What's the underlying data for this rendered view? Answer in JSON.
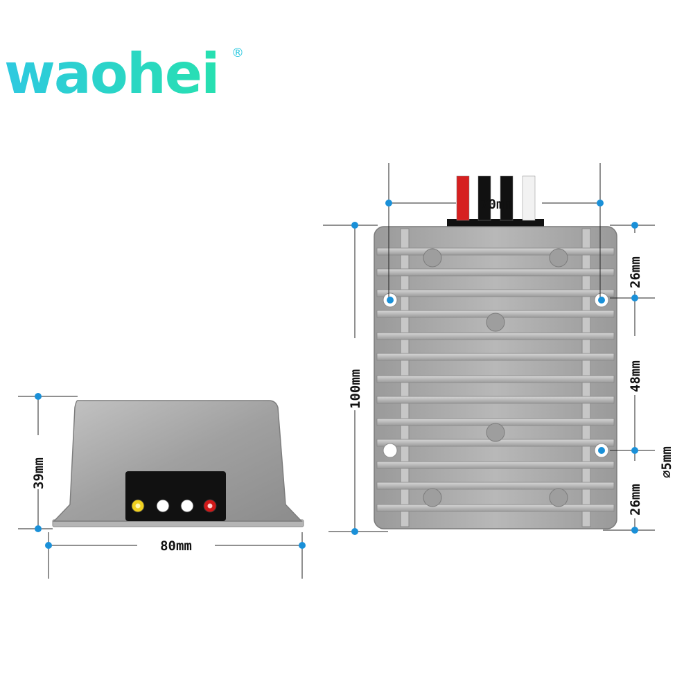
{
  "brand": {
    "name": "waohei",
    "registered_mark": "®",
    "color_left": "#2ec9e0",
    "color_right": "#27e0b0"
  },
  "front_view": {
    "terminal_colors": [
      "#f0d020",
      "#ffffff",
      "#ffffff",
      "#d01818"
    ],
    "height_label": "39mm",
    "width_label": "80mm"
  },
  "top_view": {
    "wire_colors": [
      "#d62020",
      "#111111",
      "#111111",
      "#f2f2f2"
    ],
    "hole_spacing_label": "70mm",
    "length_label": "100mm",
    "top_offset_label": "26mm",
    "middle_label": "48mm",
    "bottom_offset_label": "26mm",
    "hole_diameter_label": "⌀5mm"
  },
  "colors": {
    "dimension_dot": "#1a90d8",
    "dimension_line": "#222222",
    "housing": "#a9a9a9"
  }
}
